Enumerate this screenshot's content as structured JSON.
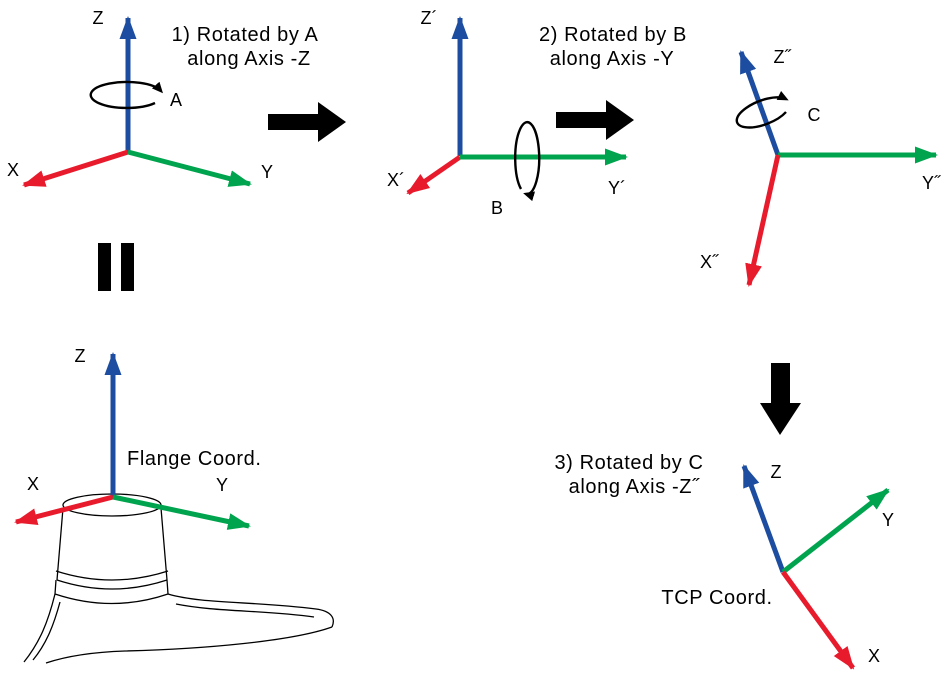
{
  "colors": {
    "x_axis": "#e81b2d",
    "y_axis": "#00a44f",
    "z_axis": "#1d4da0",
    "annotation": "#000000"
  },
  "steps": {
    "step1": {
      "caption_line1": "1) Rotated by A",
      "caption_line2": "along Axis -Z",
      "z_label": "Z",
      "x_label": "X",
      "y_label": "Y",
      "rotation_label": "A"
    },
    "step2": {
      "caption_line1": "2) Rotated by B",
      "caption_line2": "along Axis -Y",
      "z_label": "Z´",
      "x_label": "X´",
      "y_label": "Y´",
      "rotation_label": "B"
    },
    "step3": {
      "caption_line1": "3) Rotated by C",
      "caption_line2": "along Axis -Z˝",
      "z_label": "Z˝",
      "x_label": "X˝",
      "y_label": "Y˝",
      "rotation_label": "C"
    },
    "flange": {
      "caption": "Flange Coord.",
      "z_label": "Z",
      "x_label": "X",
      "y_label": "Y"
    },
    "tcp": {
      "caption": "TCP Coord.",
      "z_label": "Z",
      "x_label": "X",
      "y_label": "Y"
    }
  }
}
